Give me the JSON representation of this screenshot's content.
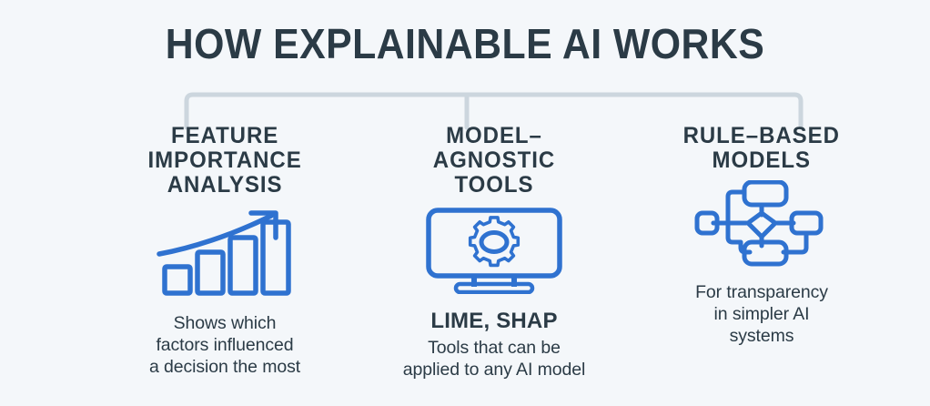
{
  "page": {
    "title": "HOW EXPLAINABLE AI WORKS",
    "background_color": "#f4f7fa",
    "text_color": "#2b3b46",
    "accent_color": "#2f72d0",
    "connector_color": "#ccd6de"
  },
  "connector": {
    "name": "bracket-connector"
  },
  "columns": [
    {
      "id": "feature-importance-analysis",
      "heading": "FEATURE\nIMPORTANCE\nANALYSIS",
      "icon": "bar-chart-growth-icon",
      "emphasis": "",
      "description": "Shows which\nfactors influenced\na decision the most"
    },
    {
      "id": "model-agnostic-tools",
      "heading": "MODEL–\nAGNOSTIC\nTOOLS",
      "icon": "monitor-gear-icon",
      "emphasis": "LIME, SHAP",
      "description": "Tools that can be\napplied to any AI model"
    },
    {
      "id": "rule-based-models",
      "heading": "RULE–BASED\nMODELS",
      "icon": "flowchart-icon",
      "emphasis": "",
      "description": "For transparency\nin simpler AI\nsystems"
    }
  ]
}
